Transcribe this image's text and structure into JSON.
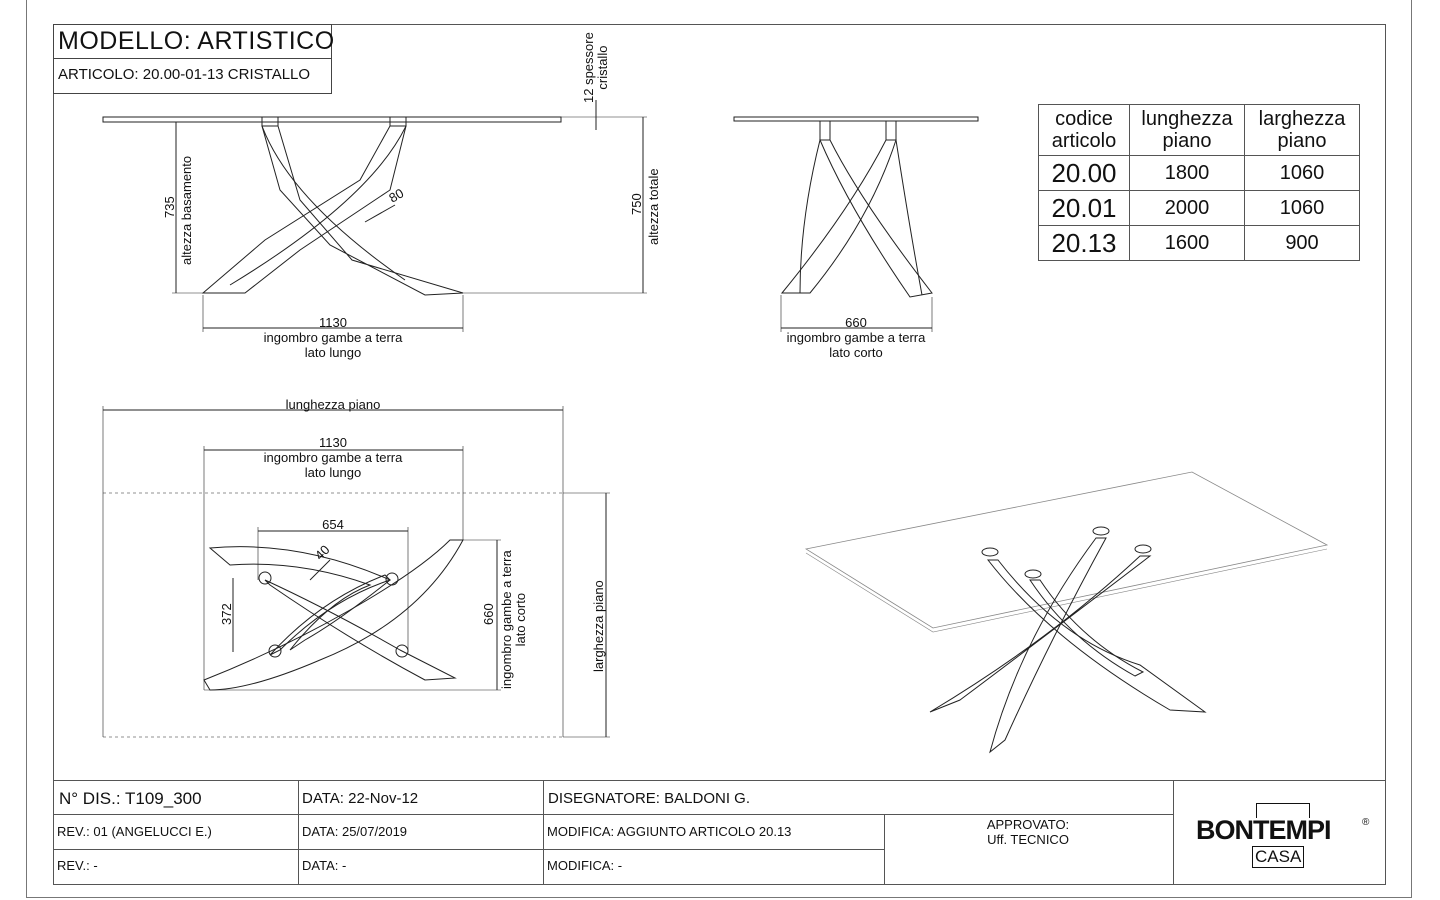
{
  "title": {
    "model": "MODELLO: ARTISTICO",
    "article": "ARTICOLO: 20.00-01-13 CRISTALLO"
  },
  "dimensions": {
    "glass_thickness": [
      "12 spessore",
      "cristallo"
    ],
    "base_height_value": "735",
    "base_height_label": "altezza basamento",
    "leg_width": "80",
    "total_height_value": "750",
    "total_height_label": "altezza totale",
    "long_side_value": "1130",
    "long_side_label": [
      "ingombro gambe a terra",
      "lato lungo"
    ],
    "short_side_value": "660",
    "short_side_label": [
      "ingombro gambe a terra",
      "lato corto"
    ],
    "top_length_label": "lunghezza piano",
    "top_width_label": "larghezza piano",
    "plan_long_value": "1130",
    "plan_long_label": [
      "ingombro gambe a terra",
      "lato lungo"
    ],
    "inner_width": "654",
    "inner_depth": "372",
    "tube_diameter": "40",
    "plan_short_value": "660",
    "plan_short_label": [
      "ingombro gambe a terra",
      "lato corto"
    ]
  },
  "spec_table": {
    "headers": [
      [
        "codice",
        "articolo"
      ],
      [
        "lunghezza",
        "piano"
      ],
      [
        "larghezza",
        "piano"
      ]
    ],
    "rows": [
      [
        "20.00",
        "1800",
        "1060"
      ],
      [
        "20.01",
        "2000",
        "1060"
      ],
      [
        "20.13",
        "1600",
        "900"
      ]
    ]
  },
  "footer": {
    "drawing_no": "N° DIS.: T109_300",
    "date1": "DATA: 22-Nov-12",
    "designer": "DISEGNATORE: BALDONI G.",
    "rev1": "REV.: 01 (ANGELUCCI E.)",
    "date2": "DATA: 25/07/2019",
    "mod1": "MODIFICA: AGGIUNTO ARTICOLO 20.13",
    "approved": [
      "APPROVATO:",
      "Uff. TECNICO"
    ],
    "rev2": "REV.: -",
    "date3": "DATA: -",
    "mod2": "MODIFICA: -"
  },
  "brand": {
    "name": "BONTEMPI",
    "sub": "CASA",
    "reg": "®"
  }
}
